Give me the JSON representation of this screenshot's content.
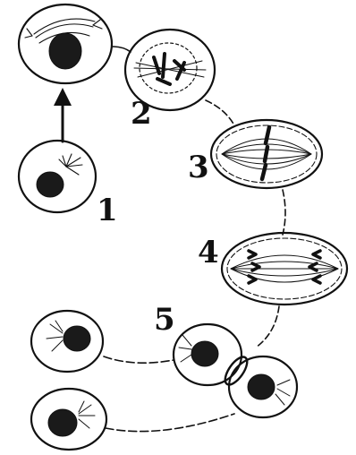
{
  "diagram": {
    "labels": {
      "stage1": "1",
      "stage2": "2",
      "stage3": "3",
      "stage4": "4",
      "stage5": "5"
    },
    "colors": {
      "ink": "#111111",
      "cell_fill": "#ffffff",
      "nucleus": "#1a1a1a"
    },
    "cells": [
      {
        "name": "stage-1-interphase-cell",
        "phase": "interphase"
      },
      {
        "name": "stage-1-prophase-cell",
        "phase": "prophase"
      },
      {
        "name": "stage-2-prometaphase-cell",
        "phase": "prometaphase"
      },
      {
        "name": "stage-3-metaphase-cell",
        "phase": "metaphase"
      },
      {
        "name": "stage-4-anaphase-cell",
        "phase": "anaphase"
      },
      {
        "name": "stage-5-telophase-cell",
        "phase": "telophase"
      },
      {
        "name": "daughter-cell-top",
        "phase": "interphase"
      },
      {
        "name": "daughter-cell-bottom",
        "phase": "interphase"
      }
    ]
  }
}
